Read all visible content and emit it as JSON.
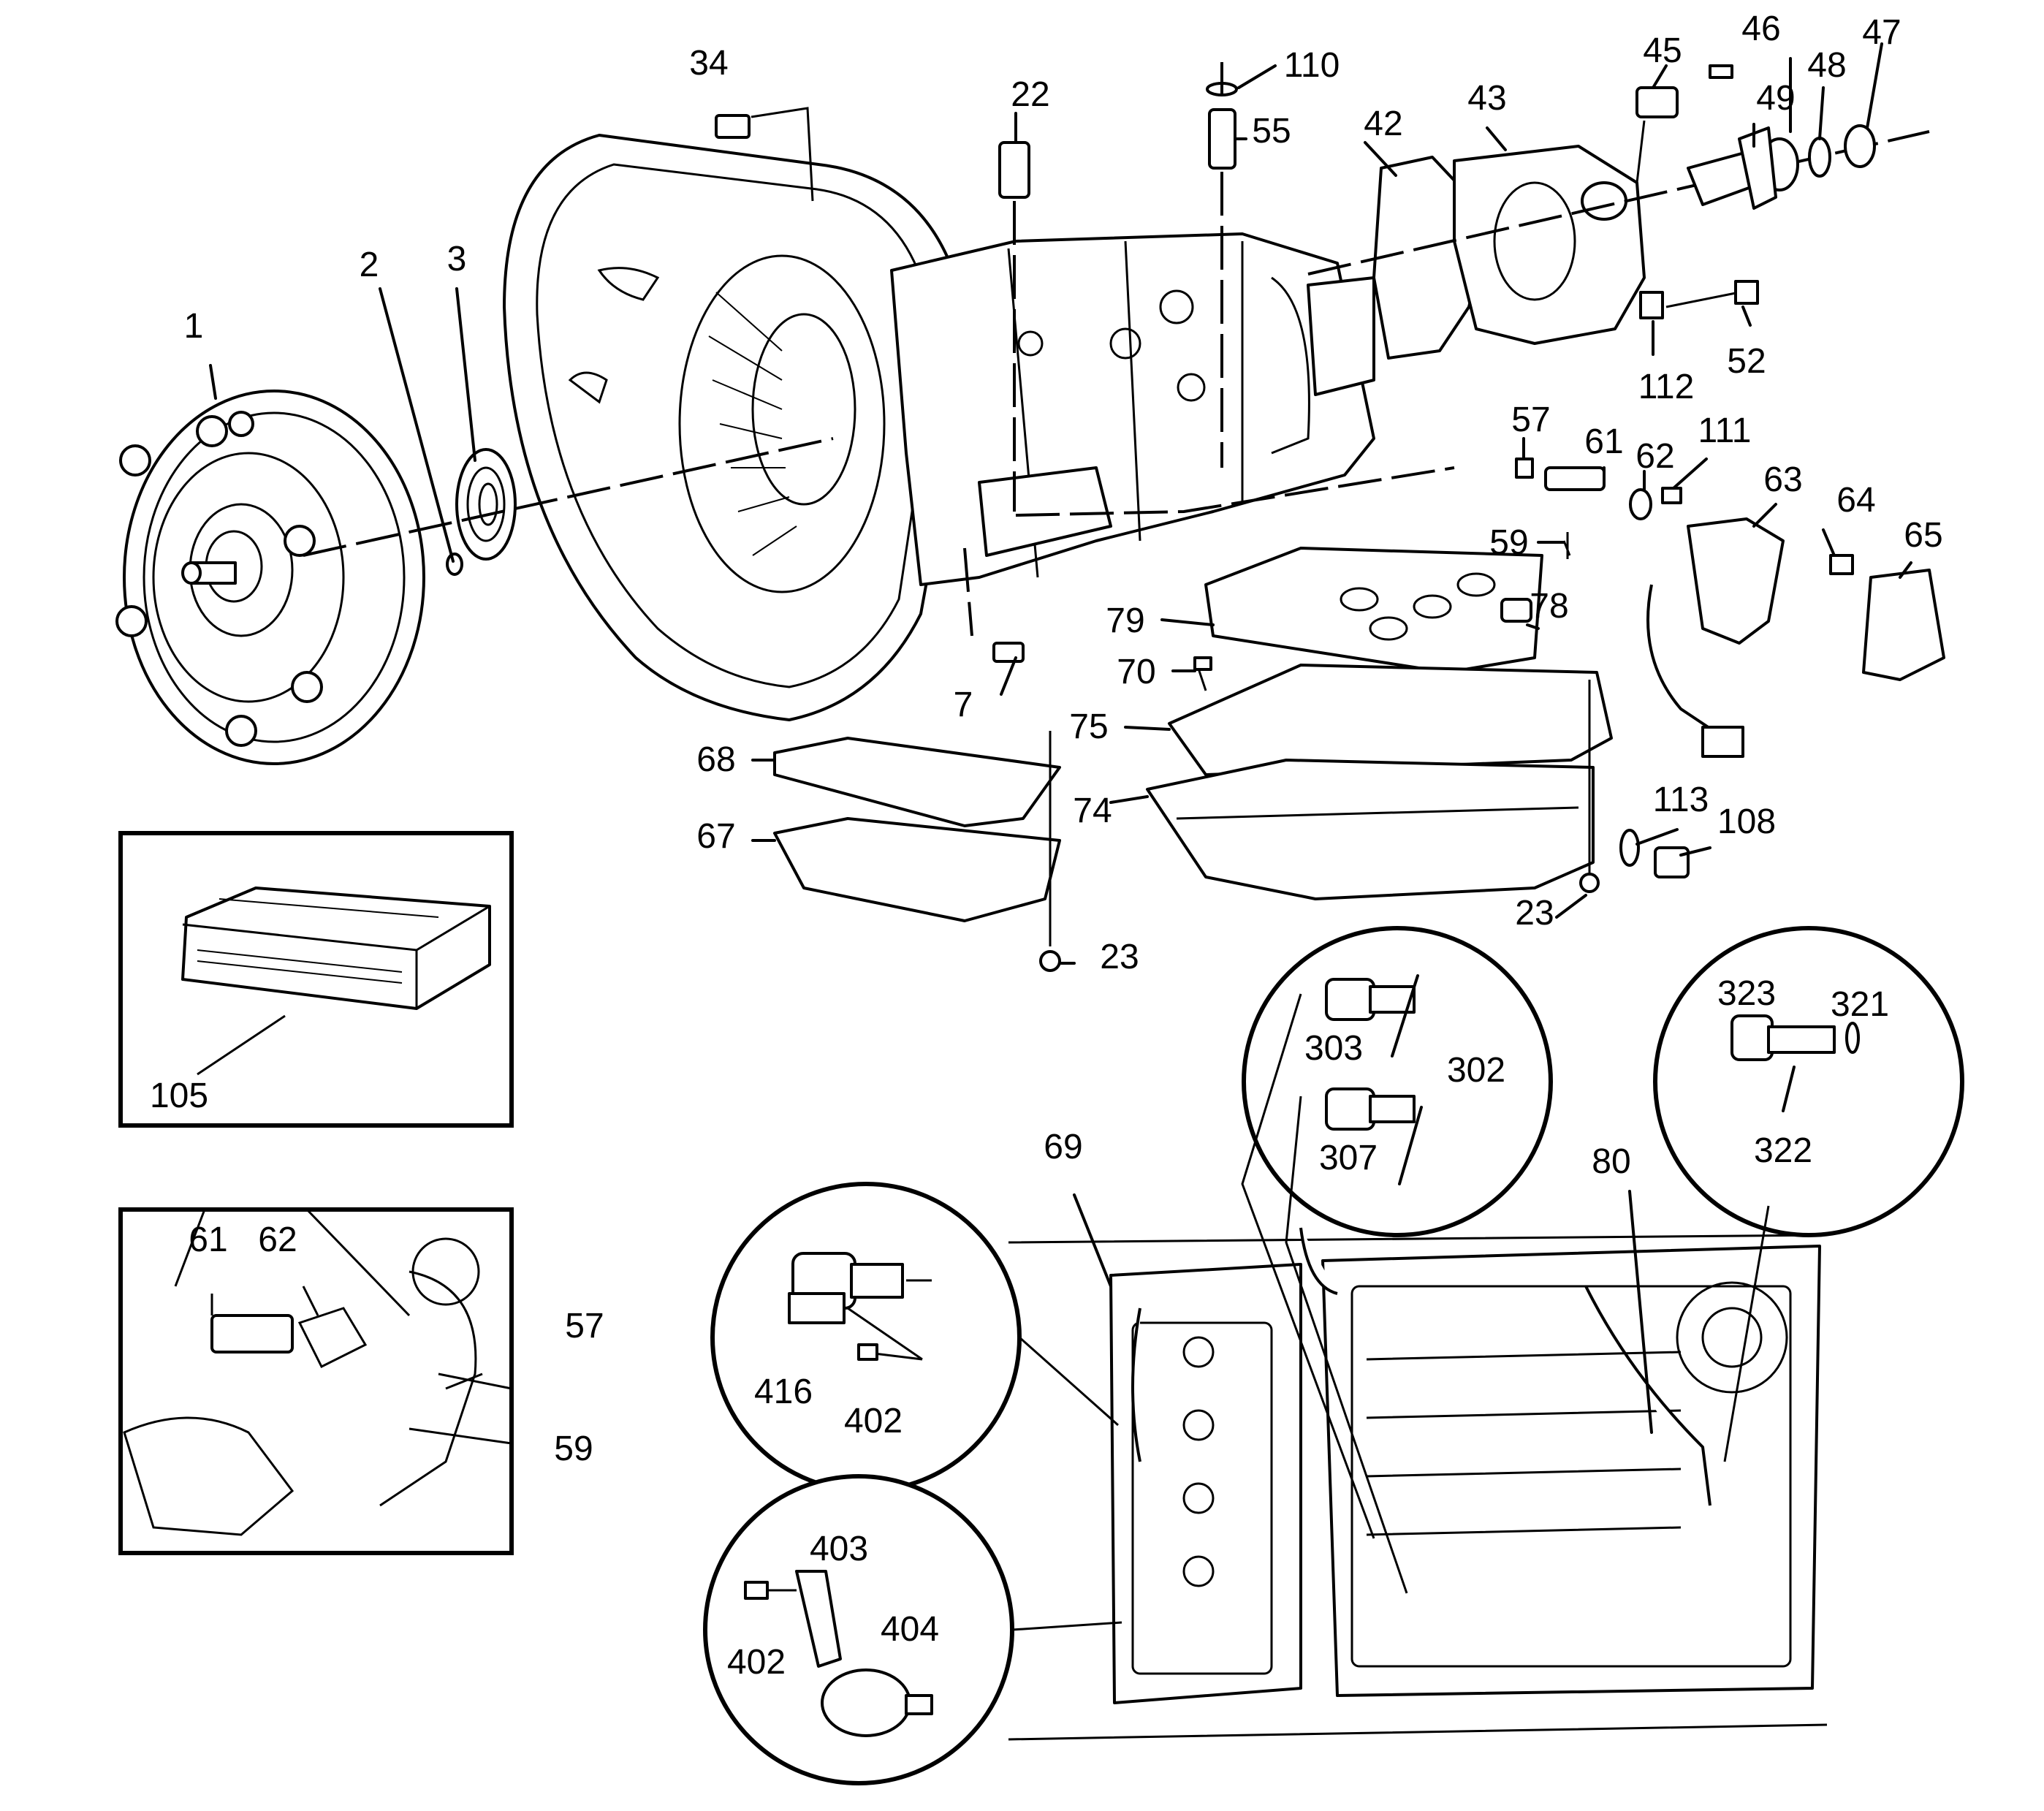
{
  "diagram": {
    "callouts": {
      "c1": "1",
      "c2": "2",
      "c3": "3",
      "c7": "7",
      "c22": "22",
      "c23a": "23",
      "c23b": "23",
      "c34": "34",
      "c42": "42",
      "c43": "43",
      "c45": "45",
      "c46": "46",
      "c47": "47",
      "c48": "48",
      "c49": "49",
      "c52": "52",
      "c55": "55",
      "c57": "57",
      "c59": "59",
      "c61": "61",
      "c62": "62",
      "c63": "63",
      "c64": "64",
      "c65": "65",
      "c67": "67",
      "c68": "68",
      "c69": "69",
      "c70": "70",
      "c74": "74",
      "c75": "75",
      "c78": "78",
      "c79": "79",
      "c80": "80",
      "c105": "105",
      "c108": "108",
      "c110": "110",
      "c111": "111",
      "c112": "112",
      "c113": "113",
      "c302": "302",
      "c303": "303",
      "c307": "307",
      "c321": "321",
      "c322": "322",
      "c323": "323",
      "c402a": "402",
      "c402b": "402",
      "c403": "403",
      "c404": "404",
      "c416": "416"
    },
    "inset_module": {
      "c105": "105"
    },
    "inset_sensor": {
      "c61": "61",
      "c62": "62",
      "c57": "57",
      "c59": "59"
    }
  }
}
